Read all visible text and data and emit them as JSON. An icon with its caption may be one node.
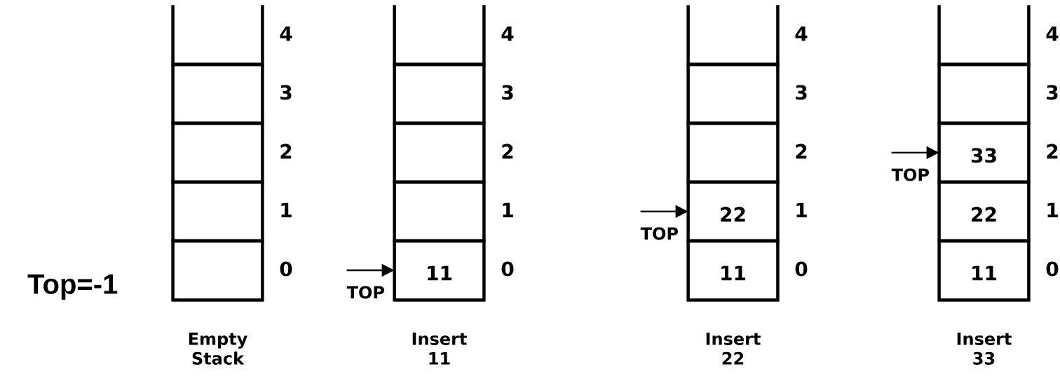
{
  "diagram": {
    "nodes": [
      {
        "text": [],
        "shape": "box",
        "beside": [
          "Empty Stack"
        ]
      },
      {
        "text": [],
        "shape": "box",
        "in": 0
      },
      {
        "text": [],
        "shape": "box",
        "in": 0
      },
      {
        "text": [],
        "shape": "box",
        "in": 0
      },
      {
        "text": [],
        "shape": "box",
        "in": 0
      },
      {
        "text": [],
        "shape": "box",
        "in": 0
      },
      {
        "text": [],
        "shape": "box",
        "beside": [
          "Insert 11"
        ]
      },
      {
        "text": [],
        "shape": "box",
        "in": 6
      },
      {
        "text": [],
        "shape": "box",
        "in": 6
      },
      {
        "text": [],
        "shape": "box",
        "in": 6
      },
      {
        "text": [],
        "shape": "box",
        "in": 6
      },
      {
        "text": [
          "11"
        ],
        "in": 6
      },
      {
        "text": [],
        "shape": "box",
        "beside": [
          "Insert 22"
        ]
      },
      {
        "text": [],
        "shape": "box",
        "in": 12
      },
      {
        "text": [],
        "shape": "box",
        "in": 12
      },
      {
        "text": [],
        "shape": "box",
        "in": 12
      },
      {
        "text": [
          "22"
        ],
        "in": 12
      },
      {
        "text": [
          "11"
        ],
        "in": 12
      },
      {
        "text": [],
        "shape": "box",
        "beside": [
          "Insert 33"
        ]
      },
      {
        "text": [],
        "shape": "box",
        "in": 18
      },
      {
        "text": [],
        "shape": "box",
        "in": 18
      },
      {
        "text": [
          "33"
        ],
        "in": 18
      },
      {
        "text": [
          "22"
        ],
        "in": 18
      },
      {
        "text": [
          "11"
        ],
        "in": 18
      }
    ],
    "edges": [
      {
        "from": null,
        "to": 11,
        "arrow": "to",
        "label": "TOP"
      },
      {
        "from": null,
        "to": 16,
        "arrow": "to",
        "label": "TOP"
      },
      {
        "from": null,
        "to": 21,
        "arrow": "to",
        "label": "TOP"
      }
    ],
    "labels": [
      "4",
      "3",
      "2",
      "1",
      "0",
      "4",
      "3",
      "2",
      "1",
      "0",
      "4",
      "3",
      "2",
      "1",
      "0",
      "4",
      "3",
      "2",
      "1",
      "0",
      "Top=-1"
    ]
  }
}
